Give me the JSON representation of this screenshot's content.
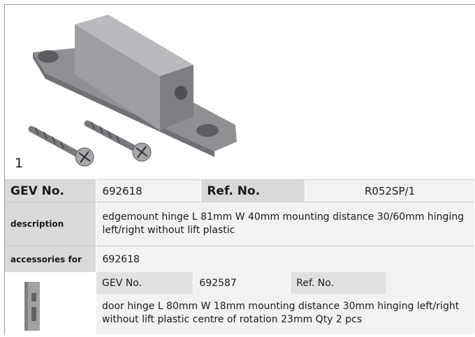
{
  "figure": {
    "number": "1"
  },
  "spec": {
    "gev_label": "GEV No.",
    "gev_value": "692618",
    "ref_label": "Ref. No.",
    "ref_value": "R052SP/1",
    "description_label": "description",
    "description_value": "edgemount hinge  L 81mm W 40mm mounting distance 30/60mm hinging left/right without lift plastic",
    "accessories_label": "accessories for",
    "accessories_value": "692618"
  },
  "accessory": {
    "gev_label": "GEV No.",
    "gev_value": "692587",
    "ref_label": "Ref. No.",
    "ref_value": "",
    "description": "door hinge  L 80mm W 18mm mounting distance 30mm hinging left/right without lift plastic centre of rotation 23mm Qty 2 pcs"
  }
}
